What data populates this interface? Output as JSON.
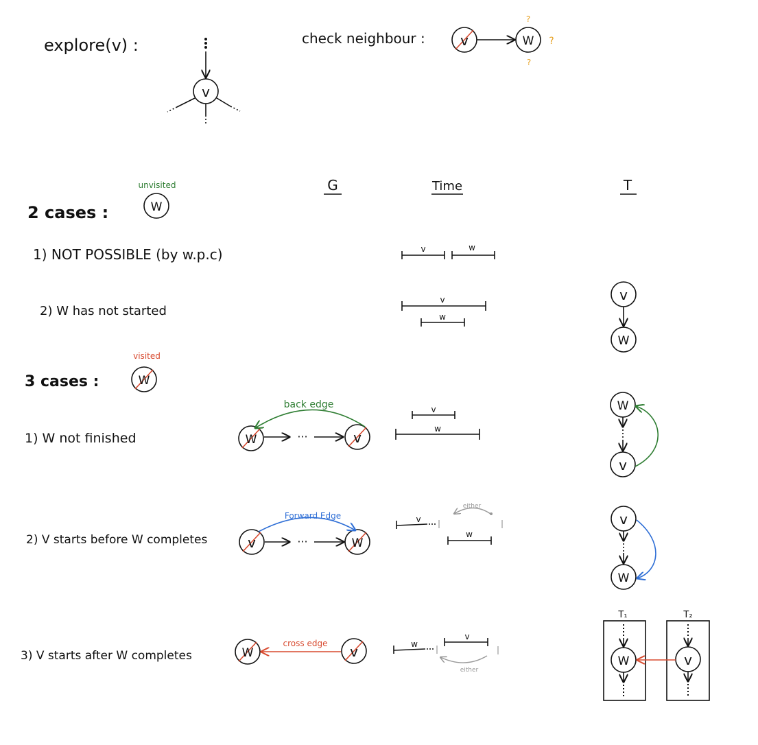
{
  "header": {
    "explore_label": "explore(v) :",
    "check_label": "check neighbour :",
    "question_mark": "?"
  },
  "nodes": {
    "v": "v",
    "w": "w",
    "V": "V",
    "W": "W"
  },
  "columns": {
    "g": "G",
    "time": "Time",
    "t": "T"
  },
  "unvisited": {
    "heading": "2 cases :",
    "tag": "unvisited",
    "case1": "1)  NOT POSSIBLE (by w.p.c)",
    "case2": "2)  W has not started"
  },
  "visited": {
    "heading": "3 cases :",
    "tag": "visited",
    "case1": "1)  W not finished",
    "case2": "2)  V starts before W completes",
    "case3": "3)  V starts after W completes"
  },
  "edges": {
    "back": "back edge",
    "forward": "Forward Edge",
    "cross": "cross edge",
    "either": "either",
    "dots": "···"
  },
  "trees": {
    "t1": "T₁",
    "t2": "T₂"
  },
  "colors": {
    "ink": "#111111",
    "green": "#2e7d32",
    "red": "#d84a2f",
    "blue": "#2f6fd6",
    "orange": "#e6a020",
    "gray": "#999999"
  }
}
